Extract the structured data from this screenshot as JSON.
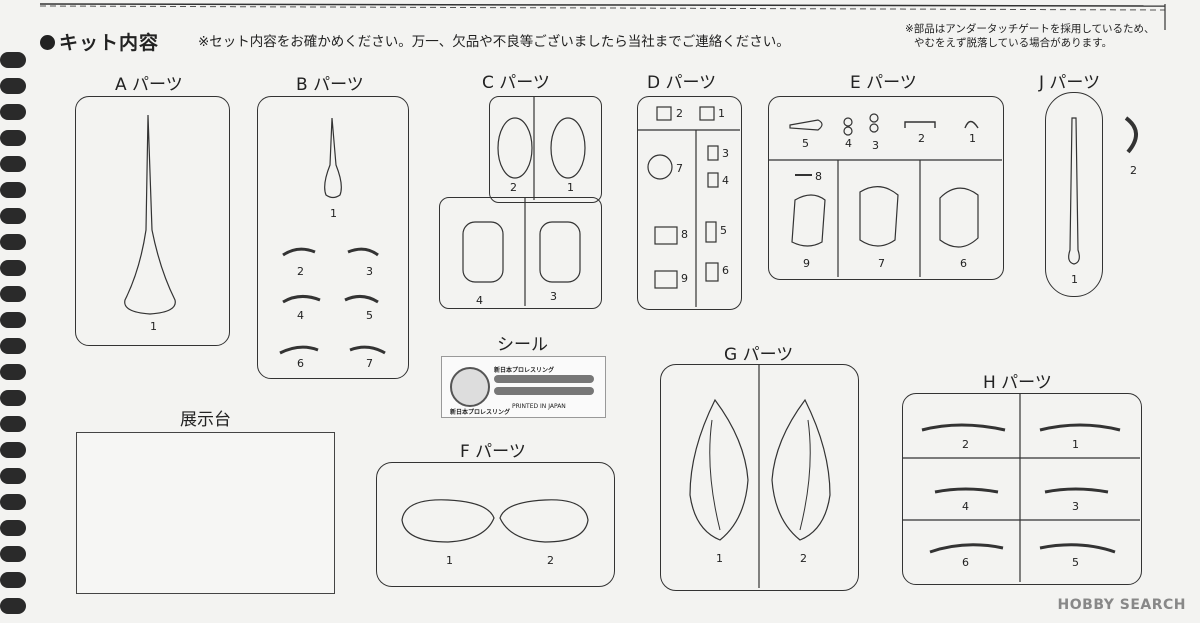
{
  "header": {
    "title": "キット内容",
    "note": "※セット内容をお確かめください。万一、欠品や不良等ございましたら当社までご連絡ください。",
    "note_gate_line1": "※部品はアンダータッチゲートを採用しているため、",
    "note_gate_line2": "やむをえず脱落している場合があります。"
  },
  "parts": {
    "A": {
      "label": "A パーツ",
      "nums": [
        "1"
      ]
    },
    "B": {
      "label": "B パーツ",
      "nums": [
        "1",
        "2",
        "3",
        "4",
        "5",
        "6",
        "7"
      ]
    },
    "C": {
      "label": "C パーツ",
      "nums": [
        "2",
        "1",
        "4",
        "3"
      ]
    },
    "D": {
      "label": "D パーツ",
      "nums": [
        "2",
        "1",
        "7",
        "3",
        "4",
        "8",
        "5",
        "9",
        "6"
      ]
    },
    "E": {
      "label": "E パーツ",
      "nums": [
        "5",
        "4",
        "3",
        "2",
        "1",
        "8",
        "9",
        "7",
        "6"
      ]
    },
    "J": {
      "label": "J パーツ",
      "nums": [
        "2",
        "1"
      ]
    },
    "F": {
      "label": "F パーツ",
      "nums": [
        "1",
        "2"
      ]
    },
    "G": {
      "label": "G パーツ",
      "nums": [
        "1",
        "2"
      ]
    },
    "H": {
      "label": "H パーツ",
      "nums": [
        "2",
        "1",
        "4",
        "3",
        "6",
        "5"
      ]
    }
  },
  "sticker": {
    "label": "シール",
    "text_top": "新日本プロレスリング",
    "text_bottom": "新日本プロレスリング",
    "printed": "PRINTED IN JAPAN"
  },
  "display_base": {
    "label": "展示台"
  },
  "watermark": "HOBBY SEARCH"
}
